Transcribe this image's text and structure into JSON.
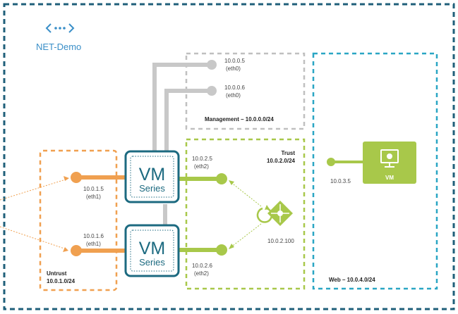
{
  "vnet": {
    "name": "NET-Demo",
    "icon": "vnet-icon",
    "border_color": "#1f5f7a"
  },
  "subnets": {
    "management": {
      "label": "Management – 10.0.0.0/24",
      "color": "#bbbbbb"
    },
    "untrust": {
      "label_line1": "Untrust",
      "label_line2": "10.0.1.0/24",
      "color": "#f0a050"
    },
    "trust": {
      "label_line1": "Trust",
      "label_line2": "10.0.2.0/24",
      "color": "#a8c84a"
    },
    "web": {
      "label": "Web – 10.0.4.0/24",
      "color": "#2aa6c4"
    }
  },
  "firewalls": [
    {
      "title": "VM",
      "subtitle": "Series"
    },
    {
      "title": "VM",
      "subtitle": "Series"
    }
  ],
  "interfaces": {
    "mgmt1": {
      "ip": "10.0.0.5",
      "nic": "(eth0)"
    },
    "mgmt2": {
      "ip": "10.0.0.6",
      "nic": "(eth0)"
    },
    "untrust1": {
      "ip": "10.0.1.5",
      "nic": "(eth1)"
    },
    "untrust2": {
      "ip": "10.0.1.6",
      "nic": "(eth1)"
    },
    "trust1": {
      "ip": "10.0.2.5",
      "nic": "(eth2)"
    },
    "trust2": {
      "ip": "10.0.2.6",
      "nic": "(eth2)"
    }
  },
  "load_balancer": {
    "ip": "10.0.2.100",
    "icon": "load-balancer-icon"
  },
  "web_vm": {
    "ip": "10.0.3.5",
    "label": "VM",
    "icon": "monitor-icon"
  },
  "colors": {
    "mgmt_line": "#c8c8c8",
    "untrust_line": "#f0a050",
    "trust_line": "#a8c84a",
    "vm_border": "#1c6a80"
  }
}
